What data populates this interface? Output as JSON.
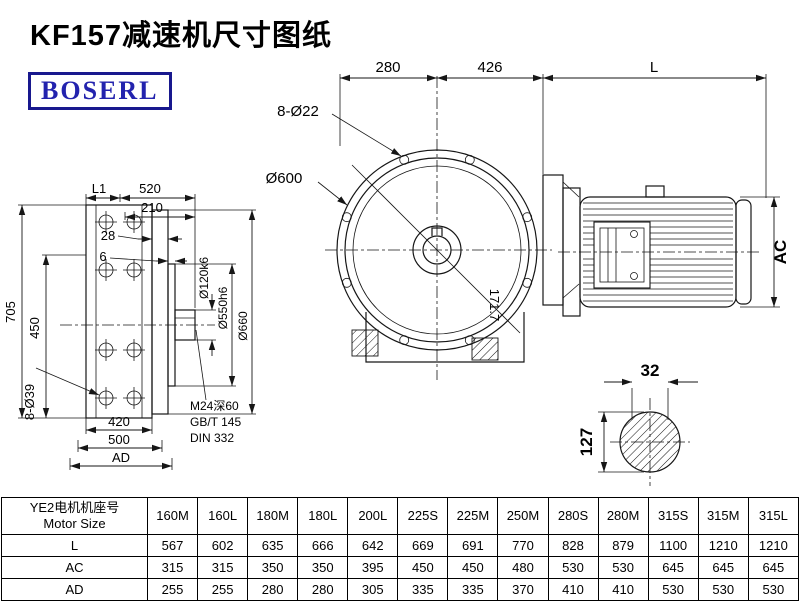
{
  "page": {
    "title": "KF157减速机尺寸图纸",
    "brand": "BOSERL"
  },
  "drawing": {
    "top_dims": {
      "a": "280",
      "b": "426",
      "c": "L"
    },
    "front": {
      "bolts": "8-Ø22",
      "outer": "Ø600",
      "diag": "171.7"
    },
    "motor": {
      "height": "AC"
    },
    "shaft_end": {
      "width": "32",
      "height": "127"
    },
    "side": {
      "l1": "L1",
      "w520": "520",
      "w210": "210",
      "w28": "28",
      "w6": "6",
      "h705": "705",
      "h450": "450",
      "bolts": "8-Ø39",
      "w420": "420",
      "w500": "500",
      "wad": "AD",
      "d120": "Ø120k6",
      "d550": "Ø550h6",
      "d660": "Ø660",
      "tap1": "M24深60",
      "tap2": "GB/T 145",
      "tap3": "DIN 332"
    }
  },
  "table": {
    "header_cn": "YE2电机机座号",
    "header_en": "Motor Size",
    "columns": [
      "160M",
      "160L",
      "180M",
      "180L",
      "200L",
      "225S",
      "225M",
      "250M",
      "280S",
      "280M",
      "315S",
      "315M",
      "315L"
    ],
    "rows": [
      {
        "label": "L",
        "values": [
          "567",
          "602",
          "635",
          "666",
          "642",
          "669",
          "691",
          "770",
          "828",
          "879",
          "1100",
          "1210",
          "1210"
        ]
      },
      {
        "label": "AC",
        "values": [
          "315",
          "315",
          "350",
          "350",
          "395",
          "450",
          "450",
          "480",
          "530",
          "530",
          "645",
          "645",
          "645"
        ]
      },
      {
        "label": "AD",
        "values": [
          "255",
          "255",
          "280",
          "280",
          "305",
          "335",
          "335",
          "370",
          "410",
          "410",
          "530",
          "530",
          "530"
        ]
      }
    ]
  }
}
